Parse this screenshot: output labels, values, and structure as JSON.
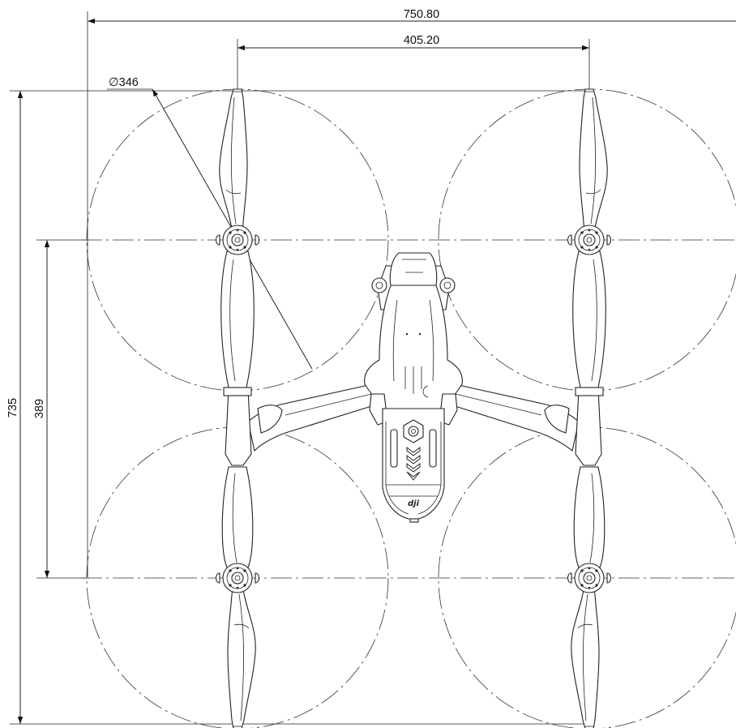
{
  "dimensions": {
    "overall_width": "750.80",
    "motor_spacing_width": "405.20",
    "propeller_diameter": "∅346",
    "overall_length": "735",
    "motor_spacing_length": "389"
  },
  "logo_text": "dji",
  "colors": {
    "line": "#222222",
    "background": "#ffffff"
  }
}
